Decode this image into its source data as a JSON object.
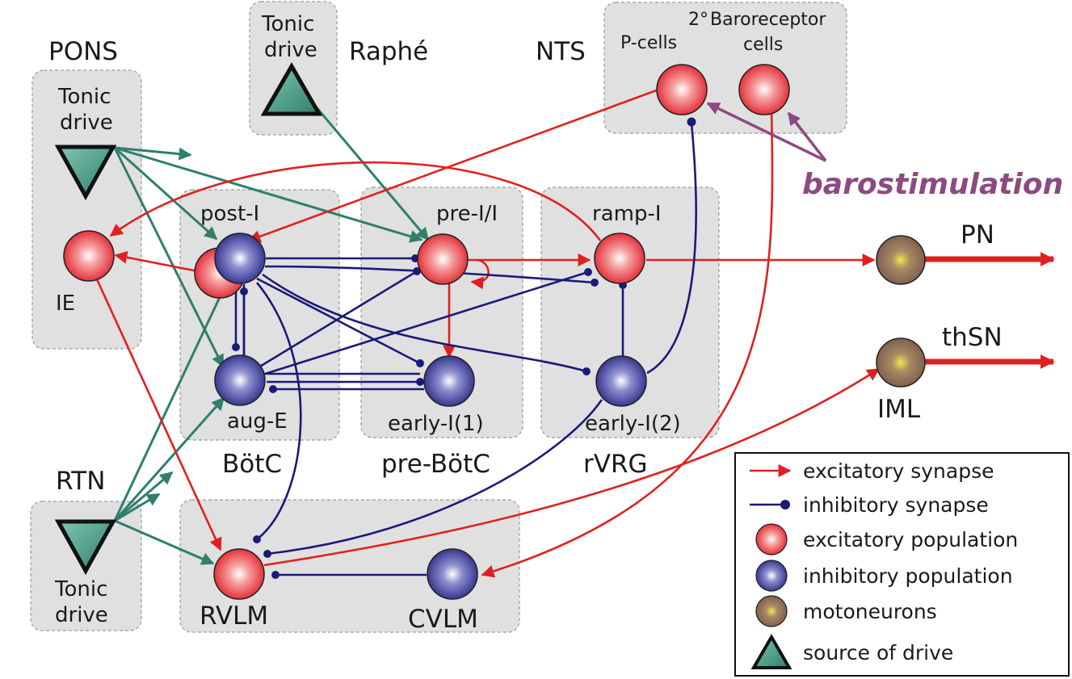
{
  "regions": {
    "pons": "PONS",
    "raphe": "Raphé",
    "nts": "NTS",
    "rtn": "RTN",
    "botc": "BötC",
    "pre_botc": "pre-BötC",
    "rvrg": "rVRG"
  },
  "drives": {
    "pons_tonic": [
      "Tonic",
      "drive"
    ],
    "raphe_tonic": [
      "Tonic",
      "drive"
    ],
    "rtn_tonic": [
      "Tonic",
      "drive"
    ]
  },
  "neurons": {
    "ie": "IE",
    "post_i": "post-I",
    "aug_e": "aug-E",
    "pre_i_i": "pre-I/I",
    "early_i1": "early-I(1)",
    "ramp_i": "ramp-I",
    "early_i2": "early-I(2)",
    "p_cells": "P-cells",
    "baro_cells_sup": "2°",
    "baro_cells_l1": "Baroreceptor",
    "baro_cells_l2": "cells",
    "rvlm": "RVLM",
    "cvlm": "CVLM",
    "iml": "IML"
  },
  "outputs": {
    "pn": "PN",
    "thsn": "thSN"
  },
  "stimulus": "barostimulation",
  "legend": {
    "excitatory_synapse": "excitatory synapse",
    "inhibitory_synapse": "inhibitory synapse",
    "excitatory_population": "excitatory population",
    "inhibitory_population": "inhibitory population",
    "motoneurons": "motoneurons",
    "source_of_drive": "source of drive"
  },
  "colors": {
    "excitatory": "#e02020",
    "inhibitory": "#1a1a7a",
    "drive": "#2f7f6c",
    "barostim": "#8c4a80",
    "region_fill": "#e0e0e0"
  }
}
